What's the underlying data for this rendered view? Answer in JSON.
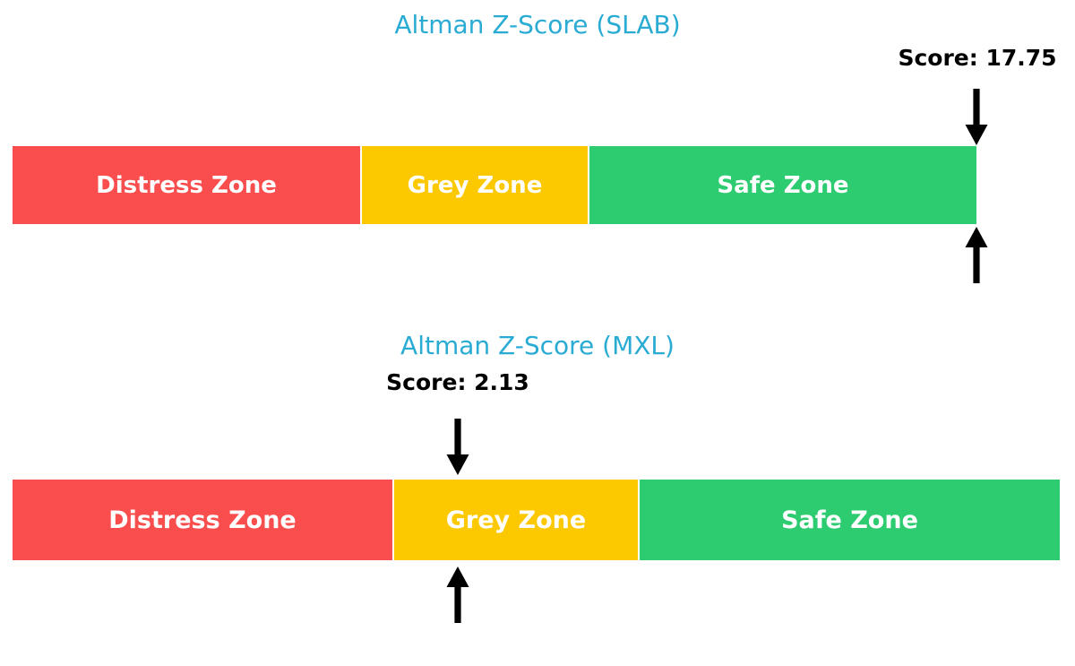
{
  "chart_data": [
    {
      "type": "bar",
      "id": "slab",
      "title": "Altman Z-Score (SLAB)",
      "title_color": "#29abd4",
      "score_label": "Score: 17.75",
      "score_value": 17.75,
      "marker_color": "#000000",
      "xlabel": "",
      "ylabel": "",
      "grid": false,
      "legend": "none",
      "orientation": "horizontal",
      "categories": [
        "Distress Zone",
        "Grey Zone",
        "Safe Zone"
      ],
      "values": [
        36.1,
        23.5,
        40.4
      ],
      "colors": [
        "#fa4d4d",
        "#fcc800",
        "#2ecc71"
      ],
      "zones": [
        {
          "label": "Distress Zone",
          "color": "#fa4d4d",
          "start_pct": 0.0,
          "end_pct": 36.1
        },
        {
          "label": "Grey Zone",
          "color": "#fcc800",
          "start_pct": 36.3,
          "end_pct": 59.6
        },
        {
          "label": "Safe Zone",
          "color": "#2ecc71",
          "start_pct": 59.9,
          "end_pct": 100.0
        }
      ],
      "marker_pct": 100.0
    },
    {
      "type": "bar",
      "id": "mxl",
      "title": "Altman Z-Score (MXL)",
      "title_color": "#29abd4",
      "score_label": "Score: 2.13",
      "score_value": 2.13,
      "marker_color": "#000000",
      "xlabel": "",
      "ylabel": "",
      "grid": false,
      "legend": "none",
      "orientation": "horizontal",
      "categories": [
        "Distress Zone",
        "Grey Zone",
        "Safe Zone"
      ],
      "values": [
        36.3,
        23.4,
        40.1
      ],
      "colors": [
        "#fa4d4d",
        "#fcc800",
        "#2ecc71"
      ],
      "zones": [
        {
          "label": "Distress Zone",
          "color": "#fa4d4d",
          "start_pct": 0.0,
          "end_pct": 36.3
        },
        {
          "label": "Grey Zone",
          "color": "#fcc800",
          "start_pct": 36.4,
          "end_pct": 59.8
        },
        {
          "label": "Safe Zone",
          "color": "#2ecc71",
          "start_pct": 59.9,
          "end_pct": 100.0
        }
      ],
      "marker_pct": 42.5
    }
  ],
  "charts": {
    "slab": {
      "title": "Altman Z-Score (SLAB)",
      "score_label": "Score: 17.75",
      "zones": {
        "distress": "Distress Zone",
        "grey": "Grey Zone",
        "safe": "Safe Zone"
      }
    },
    "mxl": {
      "title": "Altman Z-Score (MXL)",
      "score_label": "Score: 2.13",
      "zones": {
        "distress": "Distress Zone",
        "grey": "Grey Zone",
        "safe": "Safe Zone"
      }
    }
  },
  "icons": {
    "arrow_down": "arrow-down-icon",
    "arrow_up": "arrow-up-icon"
  },
  "palette": {
    "distress": "#fa4d4d",
    "grey": "#fcc800",
    "safe": "#2ecc71",
    "title": "#29abd4",
    "marker": "#000000",
    "background": "#ffffff",
    "zone_text": "#ffffff"
  }
}
